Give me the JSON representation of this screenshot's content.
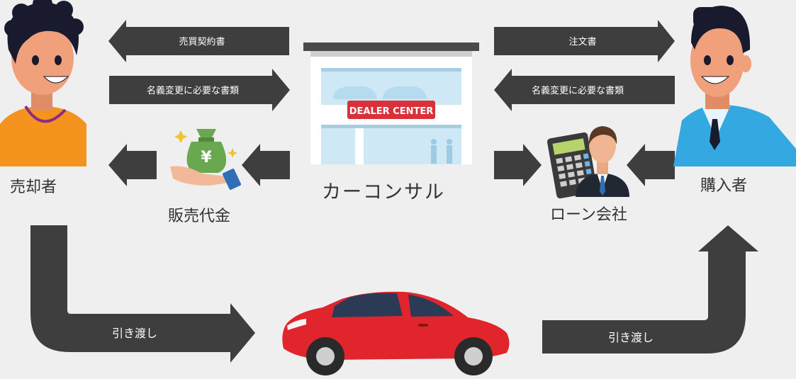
{
  "actors": {
    "seller": "売却者",
    "buyer": "購入者",
    "consultant": "カーコンサル",
    "loan_company": "ローン会社",
    "sale_price": "販売代金"
  },
  "arrows": {
    "sales_contract": "売買契約書",
    "transfer_docs_seller": "名義変更に必要な書類",
    "order_form": "注文書",
    "transfer_docs_buyer": "名義変更に必要な書類",
    "delivery_left": "引き渡し",
    "delivery_right": "引き渡し"
  },
  "building": {
    "sign": "DEALER CENTER"
  },
  "money_bag": {
    "symbol": "¥"
  },
  "colors": {
    "arrow": "#3e3e3e",
    "car": "#e0262c",
    "building_sign": "#d9303a",
    "seller_shirt": "#f5931f",
    "buyer_shirt": "#34a9e1",
    "skin": "#f0a07a",
    "hair": "#1a1a2e"
  }
}
